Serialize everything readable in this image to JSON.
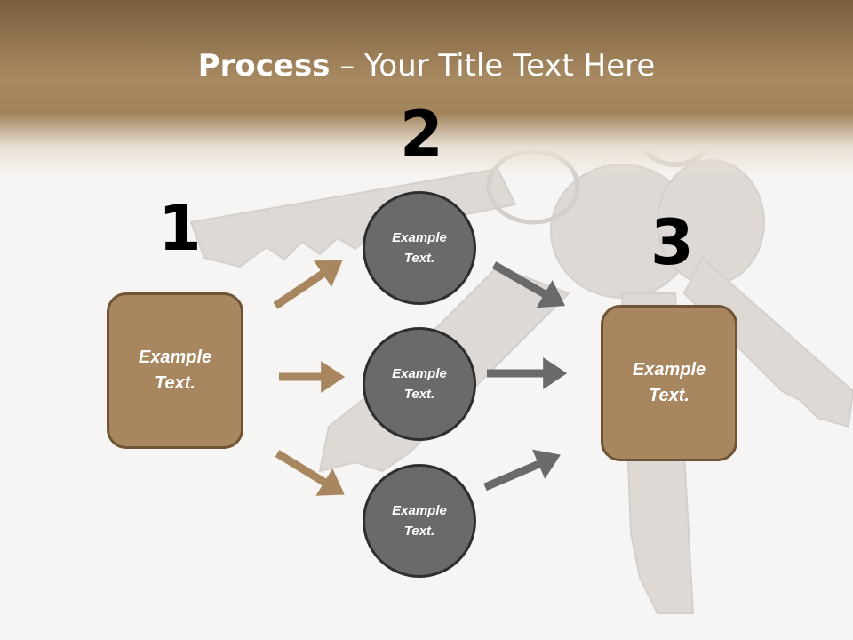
{
  "title": {
    "bold": "Process",
    "rest": " – Your Title Text Here"
  },
  "steps": [
    {
      "number": "1",
      "text_line1": "Example",
      "text_line2": "Text."
    },
    {
      "number": "2"
    },
    {
      "number": "3",
      "text_line1": "Example",
      "text_line2": "Text."
    }
  ],
  "circles": [
    {
      "text_line1": "Example",
      "text_line2": "Text."
    },
    {
      "text_line1": "Example",
      "text_line2": "Text."
    },
    {
      "text_line1": "Example",
      "text_line2": "Text."
    }
  ],
  "colors": {
    "header": "#a2845c",
    "box_fill": "#a88760",
    "box_border": "#6f5535",
    "circle_fill": "#6a6a6a",
    "circle_border": "#2e2e2e",
    "arrow_tan": "#a88760",
    "arrow_gray": "#6a6a6a"
  }
}
